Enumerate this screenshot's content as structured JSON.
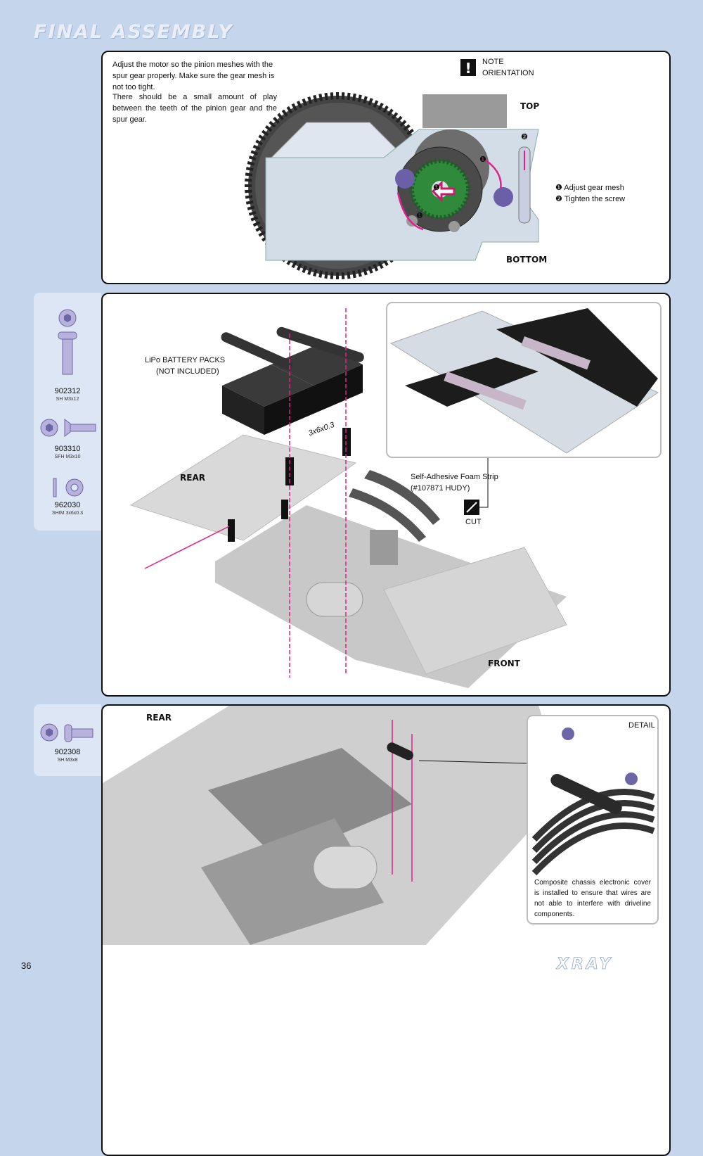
{
  "header": {
    "title": "FINAL ASSEMBLY"
  },
  "footer": {
    "page_number": "36",
    "logo_text": "XRAY"
  },
  "panel1": {
    "para1": "Adjust the motor so the pinion meshes with the spur gear properly. Make sure the gear mesh is not too tight.",
    "para2": "There should be a small amount of play between the teeth of the pinion gear and the spur gear.",
    "note_line1": "NOTE",
    "note_line2": "ORIENTATION",
    "top_label": "TOP",
    "bottom_label": "BOTTOM",
    "step1": "❶ Adjust gear mesh",
    "step2": "❷ Tighten the screw",
    "marker1": "❶",
    "marker2": "❷"
  },
  "panel2": {
    "battery_line1": "LiPo BATTERY PACKS",
    "battery_line2": "(NOT INCLUDED)",
    "shim_label": "3x6x0.3",
    "rear_label": "REAR",
    "front_label": "FRONT",
    "foam_line1": "Self-Adhesive Foam Strip",
    "foam_line2": "(#107871 HUDY)",
    "cut_label": "CUT"
  },
  "panel3": {
    "rear_label": "REAR",
    "detail_label": "DETAIL",
    "detail_text": "Composite chassis electronic cover is installed to ensure that wires are not able to interfere with driveline components."
  },
  "parts2": [
    {
      "code": "902312",
      "desc": "SH M3x12"
    },
    {
      "code": "903310",
      "desc": "SFH M3x10"
    },
    {
      "code": "962030",
      "desc": "SHIM 3x6x0.3"
    }
  ],
  "parts3": [
    {
      "code": "902308",
      "desc": "SH M3x8"
    }
  ],
  "colors": {
    "background": "#c5d5ec",
    "accent": "#e0218a",
    "panel_border": "#111111"
  }
}
